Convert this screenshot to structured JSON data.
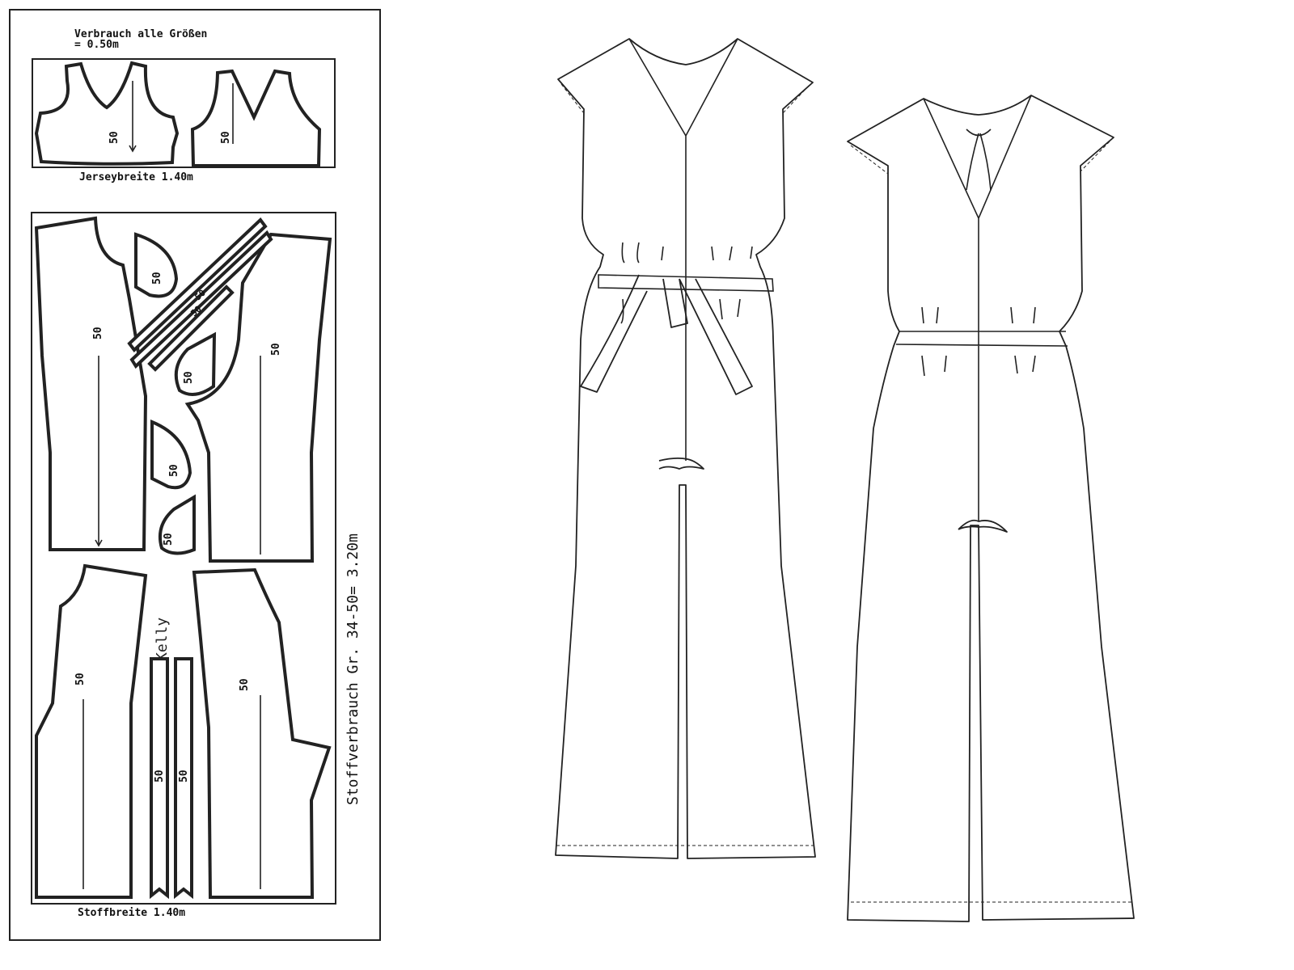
{
  "layout_sheet": {
    "jersey_usage_line1": "Verbrauch alle Größen",
    "jersey_usage_line2": "= 0.50m",
    "jersey_width": "Jerseybreite 1.40m",
    "fabric_width": "Stoffbreite 1.40m",
    "fabric_usage": "Stoffverbrauch Gr. 34-50= 3.20m",
    "pattern_name": "Kelly",
    "size_label": "50",
    "strip_label_1": "50",
    "strip_label_2": "50"
  }
}
